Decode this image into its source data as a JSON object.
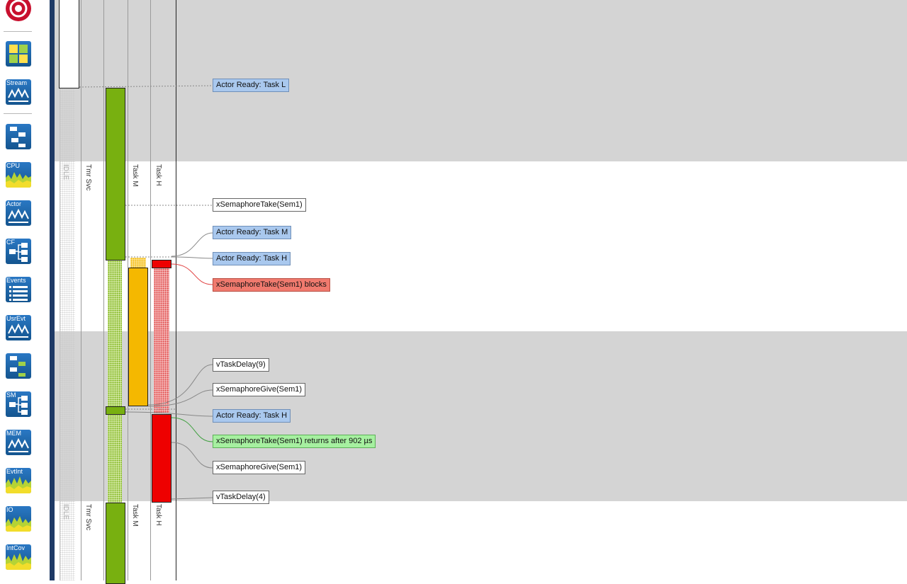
{
  "sidebar": {
    "tools": [
      {
        "id": "record",
        "label": "",
        "icon": "record-icon"
      },
      {
        "id": "dashboard",
        "label": "",
        "icon": "dashboard-icon"
      },
      {
        "id": "stream",
        "label": "Stream",
        "icon": "stream-graph-icon"
      },
      {
        "id": "trace-view",
        "label": "",
        "icon": "trace-view-icon"
      },
      {
        "id": "cpu",
        "label": "CPU",
        "icon": "cpu-load-icon"
      },
      {
        "id": "actor",
        "label": "Actor",
        "icon": "actor-graph-icon"
      },
      {
        "id": "cf",
        "label": "CF",
        "icon": "communication-flow-icon"
      },
      {
        "id": "events",
        "label": "Events",
        "icon": "event-list-icon"
      },
      {
        "id": "usrevt",
        "label": "UsrEvt",
        "icon": "user-events-icon"
      },
      {
        "id": "fragmentation",
        "label": "",
        "icon": "fragmentation-icon"
      },
      {
        "id": "sm",
        "label": "SM",
        "icon": "state-machine-icon"
      },
      {
        "id": "mem",
        "label": "MEM",
        "icon": "memory-icon"
      },
      {
        "id": "evtint",
        "label": "EvtInt",
        "icon": "event-intensity-icon"
      },
      {
        "id": "io",
        "label": "IO",
        "icon": "io-icon"
      },
      {
        "id": "intcov",
        "label": "IntCov",
        "icon": "interval-coverage-icon"
      }
    ]
  },
  "lanes": {
    "band1": [
      "IDLE",
      "Tmr Svc",
      "Task M",
      "Task H"
    ],
    "band3": [
      "IDLE",
      "Tmr Svc",
      "Task M",
      "Task H"
    ]
  },
  "events": [
    {
      "id": "e1",
      "text": "Actor Ready: Task L",
      "kind": "blue"
    },
    {
      "id": "e2",
      "text": "xSemaphoreTake(Sem1)",
      "kind": "white"
    },
    {
      "id": "e3",
      "text": "Actor Ready: Task M",
      "kind": "blue"
    },
    {
      "id": "e4",
      "text": "Actor Ready: Task H",
      "kind": "blue"
    },
    {
      "id": "e5",
      "text": "xSemaphoreTake(Sem1) blocks",
      "kind": "red"
    },
    {
      "id": "e6",
      "text": "vTaskDelay(9)",
      "kind": "white"
    },
    {
      "id": "e7",
      "text": "xSemaphoreGive(Sem1)",
      "kind": "white"
    },
    {
      "id": "e8",
      "text": "Actor Ready: Task H",
      "kind": "blue"
    },
    {
      "id": "e9",
      "text": "xSemaphoreTake(Sem1) returns after 902 µs",
      "kind": "green"
    },
    {
      "id": "e10",
      "text": "xSemaphoreGive(Sem1)",
      "kind": "white"
    },
    {
      "id": "e11",
      "text": "vTaskDelay(4)",
      "kind": "white"
    }
  ],
  "colors": {
    "task_l": "#ffffff",
    "task_m": "#78b010",
    "task_m_mid": "#f5b800",
    "task_h": "#ee0000",
    "band_gray": "#d4d4d4",
    "sidebar_border": "#1e3a66",
    "tool_blue": "#1f68b0"
  }
}
